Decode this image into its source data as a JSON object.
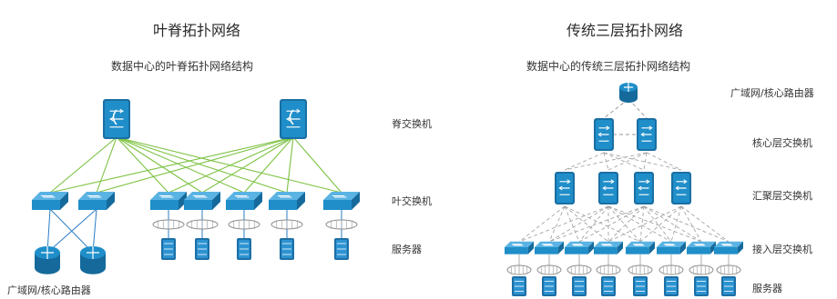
{
  "leaf_spine": {
    "title": "叶脊拓扑网络",
    "subtitle": "数据中心的叶脊拓扑网络结构",
    "labels": {
      "spine": "脊交换机",
      "leaf": "叶交换机",
      "server": "服务器",
      "router": "广域网/核心路由器"
    }
  },
  "three_tier": {
    "title": "传统三层拓扑网络",
    "subtitle": "数据中心的传统三层拓扑网络结构",
    "labels": {
      "router": "广域网/核心路由器",
      "core": "核心层交换机",
      "aggregation": "汇聚层交换机",
      "access": "接入层交换机",
      "server": "服务器"
    }
  },
  "colors": {
    "device_blue": "#1f8ec9",
    "link_green": "#7cc242",
    "link_blue": "#2a7cc4",
    "link_gray": "#9a9a9a"
  },
  "icons": [
    "spine-switch-icon",
    "leaf-switch-icon",
    "router-icon",
    "server-icon",
    "core-switch-icon",
    "access-switch-icon"
  ]
}
